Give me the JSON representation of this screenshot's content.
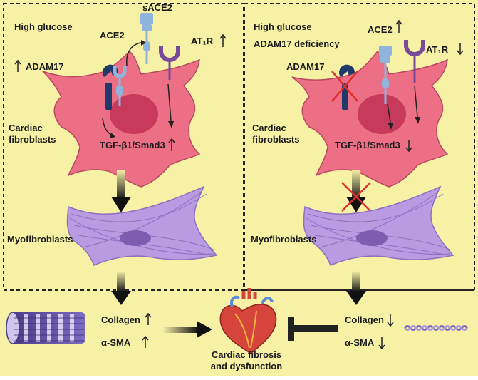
{
  "left_panel": {
    "condition": "High glucose",
    "sace2": "sACE2",
    "ace2": "ACE2",
    "at1r": "AT₁R",
    "adam17": "ADAM17",
    "tgf": "TGF-β1/Smad3",
    "cardiac_fibroblasts": [
      "Cardiac",
      "fibroblasts"
    ],
    "myofibroblasts": "Myofibroblasts"
  },
  "right_panel": {
    "condition": "High glucose",
    "deficiency": "ADAM17 deficiency",
    "ace2": "ACE2",
    "at1r": "AT₁R",
    "adam17": "ADAM17",
    "tgf": "TGF-β1/Smad3",
    "cardiac_fibroblasts": [
      "Cardiac",
      "fibroblasts"
    ],
    "myofibroblasts": "Myofibroblasts"
  },
  "bottom": {
    "collagen_left": "Collagen",
    "asma_left": "α-SMA",
    "collagen_right": "Collagen",
    "asma_right": "α-SMA",
    "outcome": [
      "Cardiac fibrosis",
      "and dysfunction"
    ]
  },
  "colors": {
    "background": "#f7f1a6",
    "fibroblast": "#ec6f86",
    "nucleus": "#c73a5b",
    "myofibroblast": "#b89be0",
    "ace2_receptor": "#8fb4dd",
    "at1r_receptor": "#7a4a9a",
    "adam17": "#1f3a6a",
    "inhibit_cross": "#e0302e"
  }
}
